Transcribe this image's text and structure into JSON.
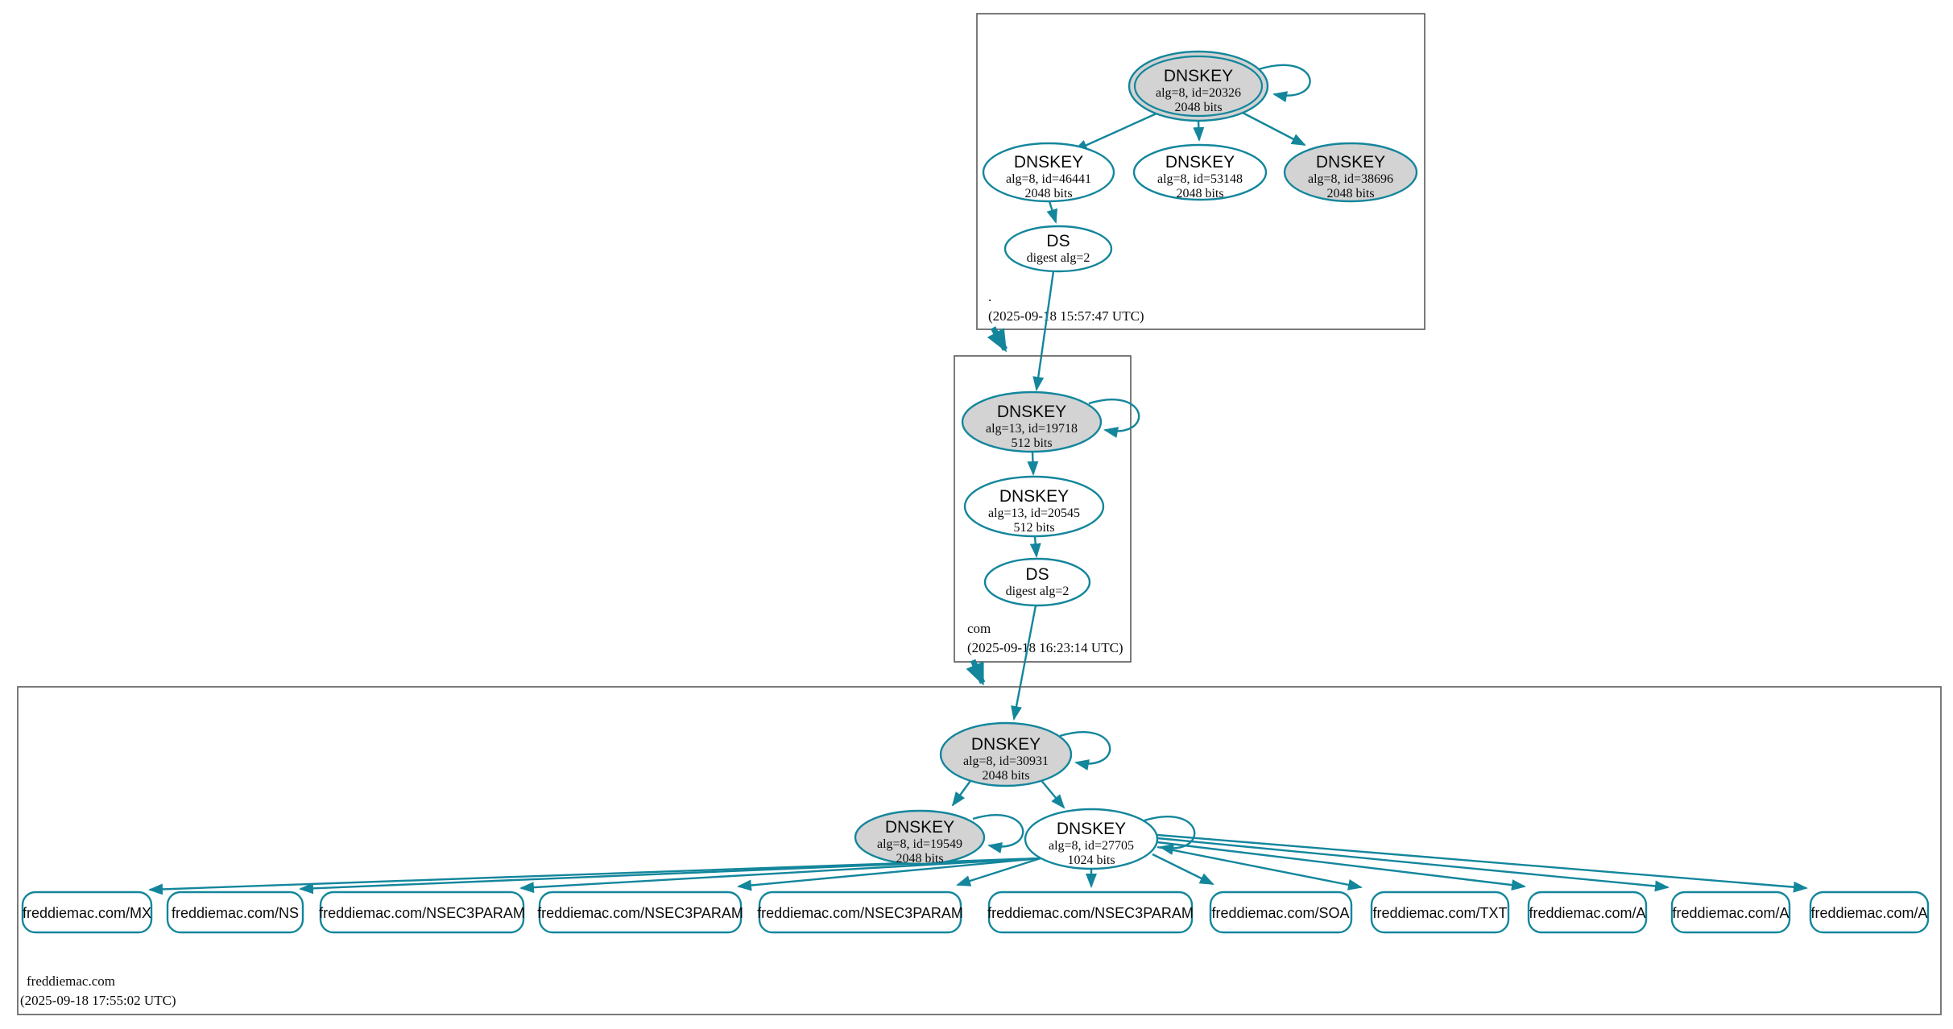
{
  "colors": {
    "secure_edge_teal": "#13869c",
    "node_fill_gray": "#d3d3d3",
    "node_fill_white": "#ffffff",
    "zone_box_border": "#595959",
    "text": "#0b0b0b"
  },
  "zones": {
    "root": {
      "label": ".",
      "timestamp": "(2025-09-18 15:57:47 UTC)",
      "nodes": {
        "ksk": {
          "title": "DNSKEY",
          "line1": "alg=8, id=20326",
          "line2": "2048 bits"
        },
        "zsk1": {
          "title": "DNSKEY",
          "line1": "alg=8, id=46441",
          "line2": "2048 bits"
        },
        "zsk2": {
          "title": "DNSKEY",
          "line1": "alg=8, id=53148",
          "line2": "2048 bits"
        },
        "zsk3": {
          "title": "DNSKEY",
          "line1": "alg=8, id=38696",
          "line2": "2048 bits"
        },
        "ds": {
          "title": "DS",
          "line1": "digest alg=2"
        }
      }
    },
    "com": {
      "label": "com",
      "timestamp": "(2025-09-18 16:23:14 UTC)",
      "nodes": {
        "ksk": {
          "title": "DNSKEY",
          "line1": "alg=13, id=19718",
          "line2": "512 bits"
        },
        "zsk": {
          "title": "DNSKEY",
          "line1": "alg=13, id=20545",
          "line2": "512 bits"
        },
        "ds": {
          "title": "DS",
          "line1": "digest alg=2"
        }
      }
    },
    "freddiemac": {
      "label": "freddiemac.com",
      "timestamp": "(2025-09-18 17:55:02 UTC)",
      "nodes": {
        "ksk": {
          "title": "DNSKEY",
          "line1": "alg=8, id=30931",
          "line2": "2048 bits"
        },
        "key2": {
          "title": "DNSKEY",
          "line1": "alg=8, id=19549",
          "line2": "2048 bits"
        },
        "zsk": {
          "title": "DNSKEY",
          "line1": "alg=8, id=27705",
          "line2": "1024 bits"
        }
      },
      "rrsets": [
        "freddiemac.com/MX",
        "freddiemac.com/NS",
        "freddiemac.com/NSEC3PARAM",
        "freddiemac.com/NSEC3PARAM",
        "freddiemac.com/NSEC3PARAM",
        "freddiemac.com/NSEC3PARAM",
        "freddiemac.com/SOA",
        "freddiemac.com/TXT",
        "freddiemac.com/A",
        "freddiemac.com/A",
        "freddiemac.com/A"
      ]
    }
  }
}
